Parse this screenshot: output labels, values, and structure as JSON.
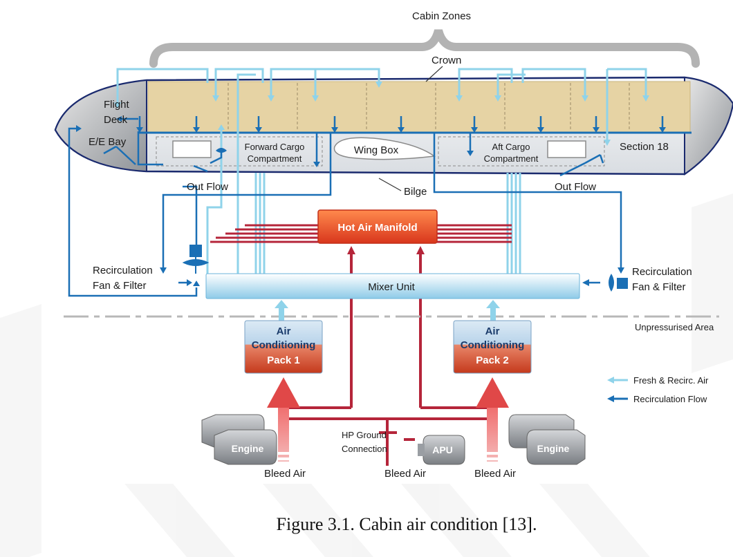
{
  "labels": {
    "cabin_zones": "Cabin Zones",
    "crown": "Crown",
    "flight_deck_line1": "Flight",
    "flight_deck_line2": "Deck",
    "ee_bay": "E/E Bay",
    "forward_cargo_line1": "Forward Cargo",
    "forward_cargo_line2": "Compartment",
    "wing_box": "Wing Box",
    "aft_cargo_line1": "Aft Cargo",
    "aft_cargo_line2": "Compartment",
    "section_18": "Section 18",
    "out_flow_left": "Out Flow",
    "out_flow_right": "Out Flow",
    "bilge": "Bilge",
    "hot_air_manifold": "Hot Air Manifold",
    "recirc_left_line1": "Recirculation",
    "recirc_left_line2": "Fan & Filter",
    "recirc_right_line1": "Recirculation",
    "recirc_right_line2": "Fan & Filter",
    "mixer_unit": "Mixer Unit",
    "unpressurised_area": "Unpressurised Area",
    "pack1_line1": "Air",
    "pack1_line2": "Conditioning",
    "pack1_line3": "Pack 1",
    "pack2_line1": "Air",
    "pack2_line2": "Conditioning",
    "pack2_line3": "Pack 2",
    "hp_ground_line1": "HP Ground",
    "hp_ground_line2": "Connection",
    "apu": "APU",
    "engine_left": "Engine",
    "engine_right": "Engine",
    "bleed_air_left": "Bleed Air",
    "bleed_air_center": "Bleed Air",
    "bleed_air_right": "Bleed Air"
  },
  "legend": {
    "fresh_recirc_air": "Fresh & Recirc. Air",
    "recirculation_flow": "Recirculation Flow"
  },
  "caption": "Figure 3.1. Cabin air condition [13].",
  "colors": {
    "light_blue_flow": "#8fd3ea",
    "dark_blue_flow": "#1a6fb5",
    "hot_air_red": "#b5253a",
    "cabin_fill": "#e6d3a4",
    "pack_red": "#d94f2a",
    "manifold_orange": "#f0552a"
  }
}
